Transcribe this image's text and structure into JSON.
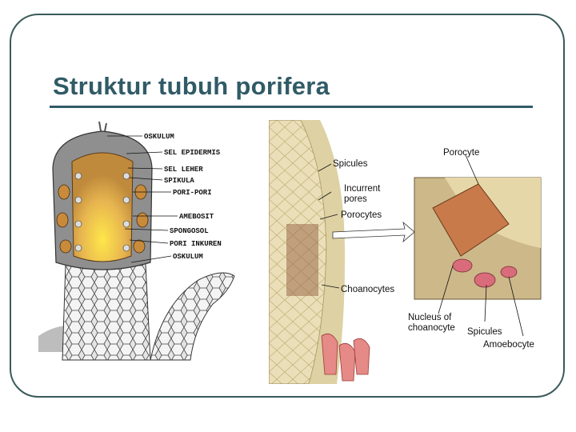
{
  "slide": {
    "title": "Struktur tubuh porifera",
    "accent_color": "#305b66",
    "frame_color": "#3a5a5a"
  },
  "left_diagram": {
    "labels": [
      "OSKULUM",
      "SEL EPIDERMIS",
      "SEL LEHER",
      "SPIKULA",
      "PORI-PORI",
      "AMEBOSIT",
      "SPONGOSOL",
      "PORI INKUREN",
      "OSKULUM"
    ]
  },
  "right_diagram": {
    "labels": [
      "Spicules",
      "Porocyte",
      "Incurrent",
      "pores",
      "Porocytes",
      "Choanocytes",
      "Nucleus of",
      "choanocyte",
      "Spicules",
      "Amoebocyte"
    ]
  }
}
